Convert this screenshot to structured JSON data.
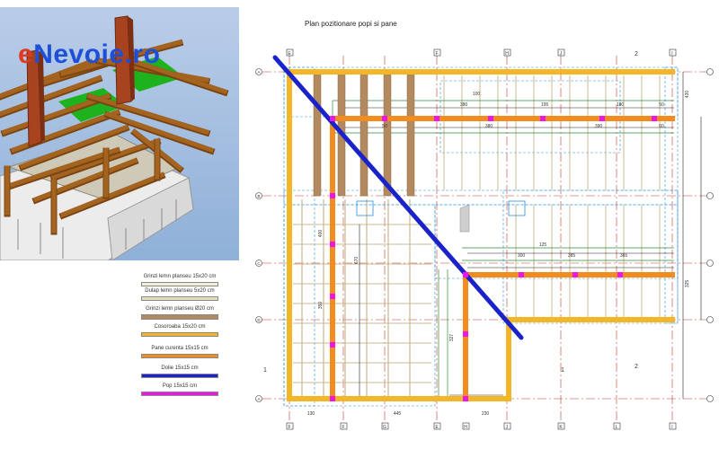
{
  "watermark": {
    "prefix": "e",
    "rest": "Nevoie.ro"
  },
  "plan": {
    "title": "Plan pozitionare popi si pane",
    "axes_top": [
      "E",
      "F",
      "H",
      "J",
      "I"
    ],
    "axes_bottom": [
      "F",
      "F",
      "G",
      "E",
      "H",
      "J",
      "K",
      "L",
      "I"
    ],
    "axes_left": [
      "A",
      "B",
      "C",
      "D",
      "A"
    ],
    "section_marks": [
      "1",
      "1",
      "2",
      "2"
    ],
    "dimensions": {
      "bottom": [
        "130",
        "445",
        "230"
      ],
      "top_row": [
        "100",
        "380",
        "195",
        "180",
        "50"
      ],
      "second_row": [
        "50",
        "380",
        "390",
        "60"
      ],
      "middle": [
        "125",
        "300",
        "385",
        "365"
      ],
      "left_vertical": [
        "400",
        "670",
        "350",
        "327"
      ],
      "right_vertical": [
        "420",
        "325"
      ]
    }
  },
  "legend": [
    {
      "label": "Grinzi lemn planseu 15x20 cm",
      "color": "#f3efd7",
      "height": 5
    },
    {
      "label": "Dulap lemn planseu 5x20 cm",
      "color": "#e6dcc0",
      "height": 5
    },
    {
      "label": "Grinzi lemn planseu Ø20 cm",
      "color": "#b38a5f",
      "height": 6
    },
    {
      "label": "Cosoroaba 15x20 cm",
      "color": "#f2b626",
      "height": 5
    },
    {
      "label": "Pane curenta 15x15 cm",
      "color": "#f28c1e",
      "height": 5
    },
    {
      "label": "Dolie 15x15 cm",
      "color": "#1a23c9",
      "height": 5
    },
    {
      "label": "Pop 15x15 cm",
      "color": "#f014e8",
      "height": 5
    }
  ],
  "colors": {
    "cosoroaba": "#f2b626",
    "pane": "#f28c1e",
    "dolie": "#1a23c9",
    "pop": "#f014e8",
    "grinda_rotunda": "#b38a5f",
    "gridline": "#c0392b",
    "dashed": "#2a8fd8",
    "wall": "#2e8b3a"
  }
}
